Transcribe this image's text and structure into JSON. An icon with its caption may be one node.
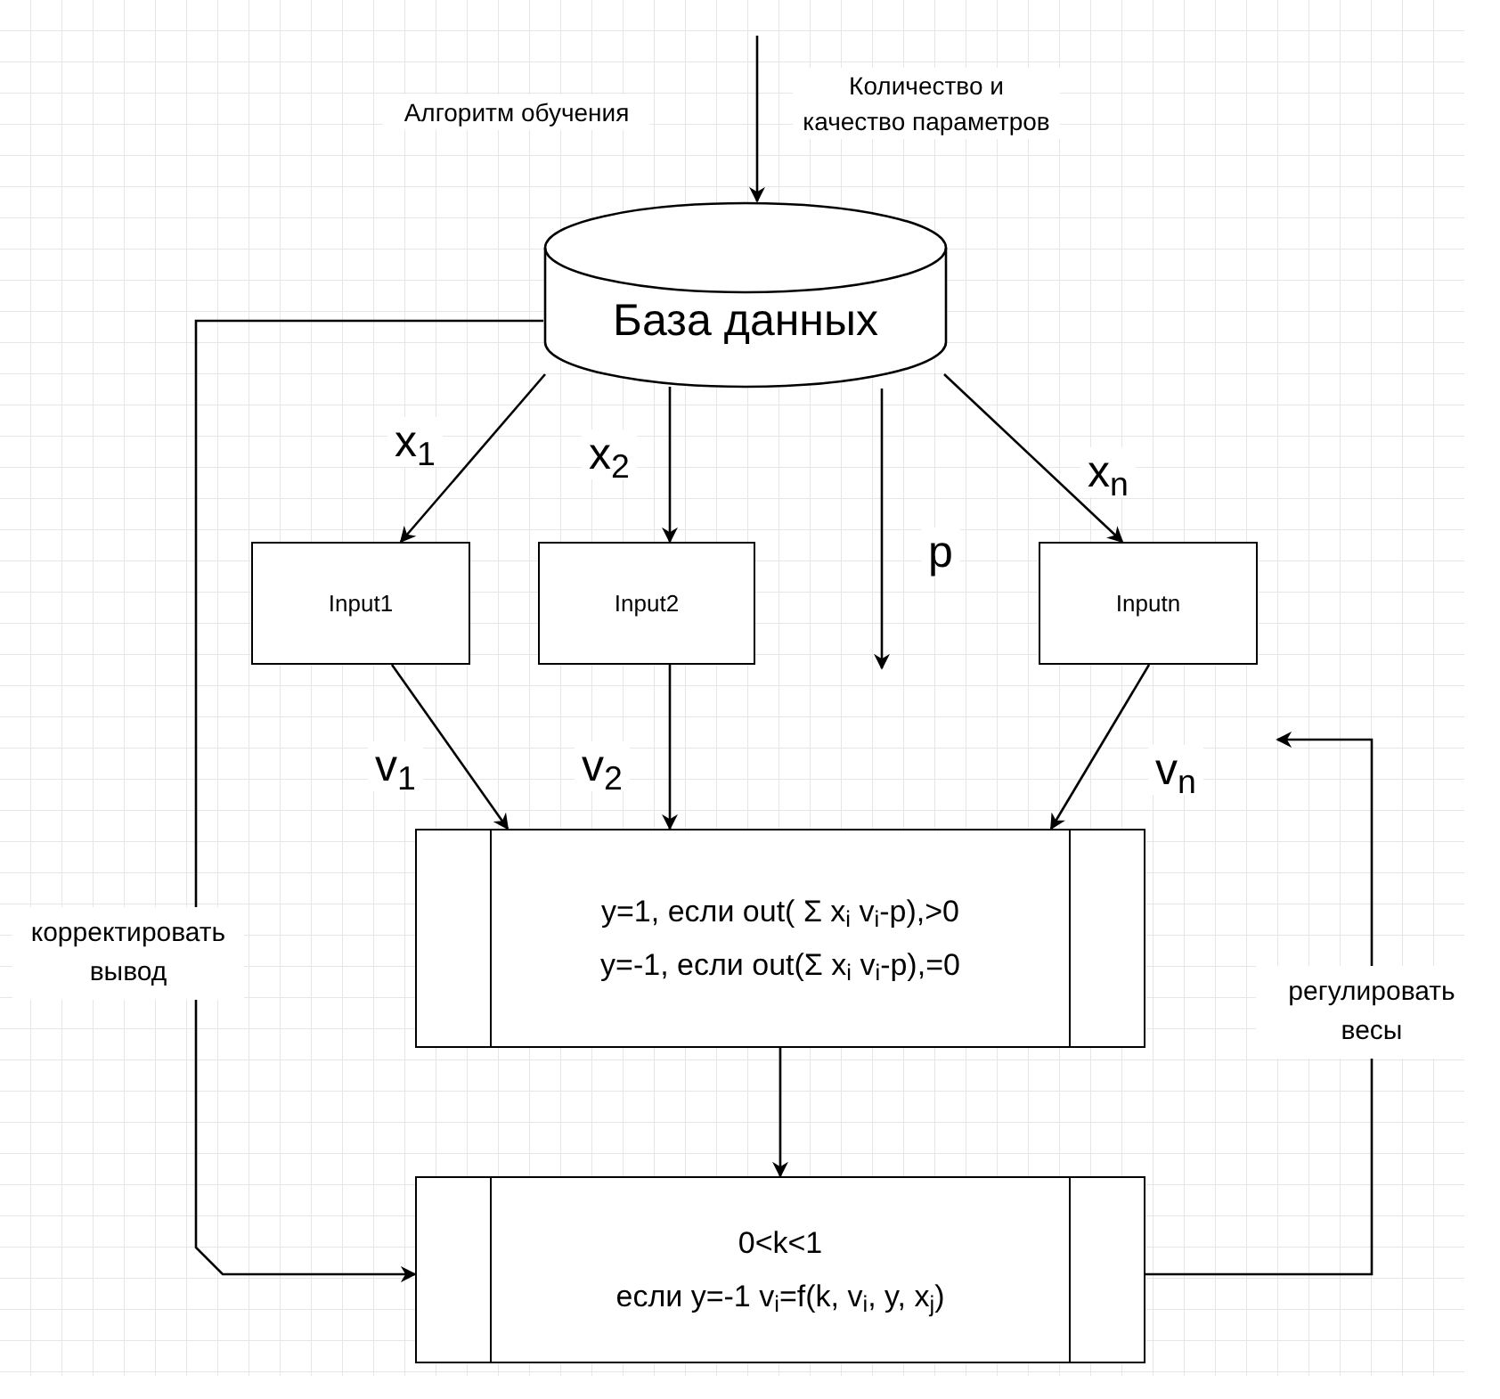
{
  "diagram": {
    "nodes": [
      {
        "text": [
          "База данных"
        ]
      },
      {
        "text": [
          "Input1"
        ]
      },
      {
        "text": [
          "Input2"
        ]
      },
      {
        "text": [
          "Inputn"
        ]
      },
      {
        "text": [
          "y=1, если out( Σ x$_{i}$ v$_{i}$-p),>0",
          "y=-1, если out(Σ x$_{i}$ v$_{i}$-p),=0"
        ]
      },
      {
        "text": [
          "0<k<1",
          "если y=-1 v$_{i}$=f(k, v$_{i}$, y, x$_{j}$)"
        ]
      }
    ],
    "edges": [
      {
        "from": null,
        "to": 0,
        "arrow": "to"
      },
      {
        "from": 0,
        "to": 1,
        "arrow": "to",
        "label": "x$_{1}$"
      },
      {
        "from": 0,
        "to": 2,
        "arrow": "to",
        "label": "x$_{2}$"
      },
      {
        "from": 0,
        "to": null,
        "arrow": "to",
        "label": "p"
      },
      {
        "from": 0,
        "to": 3,
        "arrow": "to",
        "label": "x$_{n}$"
      },
      {
        "from": 1,
        "to": 4,
        "arrow": "to",
        "label": "v$_{1}$"
      },
      {
        "from": 2,
        "to": 4,
        "arrow": "to",
        "label": "v$_{2}$"
      },
      {
        "from": 3,
        "to": 4,
        "arrow": "to",
        "label": "v$_{n}$"
      },
      {
        "from": 4,
        "to": 5,
        "arrow": "to"
      },
      {
        "from": 0,
        "to": 5,
        "arrow": "to",
        "label": "корректировать вывод"
      },
      {
        "from": 5,
        "to": null,
        "arrow": "to",
        "label": "регулировать весы"
      }
    ],
    "labels": [
      "Алгоритм обучения",
      "Количество и качество параметров"
    ]
  }
}
